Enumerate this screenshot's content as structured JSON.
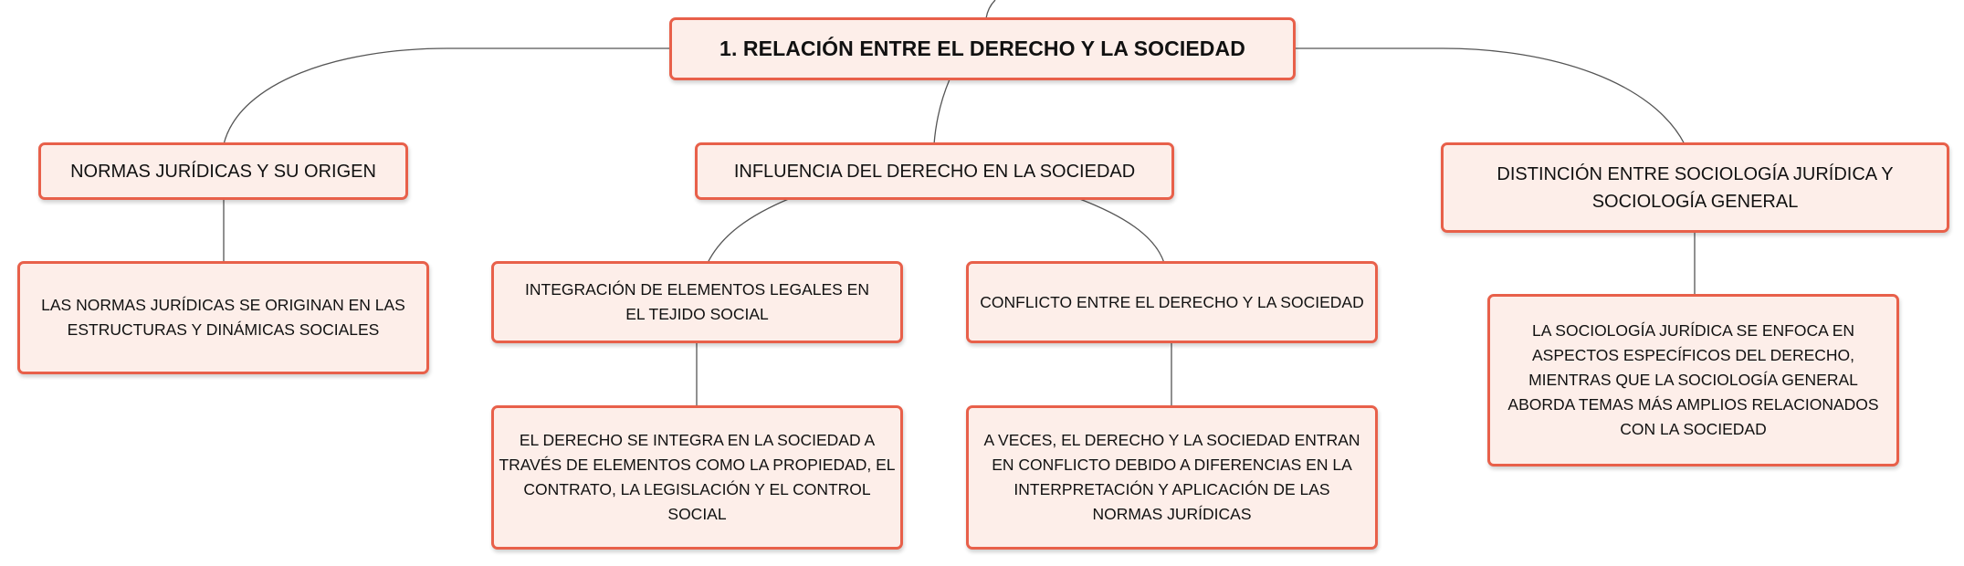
{
  "diagram": {
    "root": {
      "label": "1. RELACIÓN ENTRE EL DERECHO Y LA SOCIEDAD"
    },
    "branches": {
      "normas": {
        "label": "NORMAS JURÍDICAS Y SU ORIGEN",
        "detail": "LAS NORMAS JURÍDICAS SE ORIGINAN EN LAS ESTRUCTURAS Y DINÁMICAS SOCIALES"
      },
      "influencia": {
        "label": "INFLUENCIA DEL DERECHO EN LA SOCIEDAD",
        "integracion": {
          "label": "INTEGRACIÓN DE ELEMENTOS LEGALES EN EL TEJIDO SOCIAL",
          "detail": "EL DERECHO SE INTEGRA EN LA SOCIEDAD A TRAVÉS DE ELEMENTOS COMO LA PROPIEDAD, EL CONTRATO, LA LEGISLACIÓN Y EL CONTROL SOCIAL"
        },
        "conflicto": {
          "label": "CONFLICTO ENTRE EL DERECHO Y LA SOCIEDAD",
          "detail": "A VECES, EL DERECHO Y LA SOCIEDAD ENTRAN EN CONFLICTO DEBIDO A DIFERENCIAS EN LA INTERPRETACIÓN Y APLICACIÓN DE LAS NORMAS JURÍDICAS"
        }
      },
      "distincion": {
        "label": "DISTINCIÓN ENTRE SOCIOLOGÍA JURÍDICA Y SOCIOLOGÍA GENERAL",
        "detail": "LA SOCIOLOGÍA JURÍDICA SE ENFOCA EN ASPECTOS ESPECÍFICOS DEL DERECHO, MIENTRAS QUE LA SOCIOLOGÍA GENERAL ABORDA TEMAS MÁS AMPLIOS RELACIONADOS CON LA SOCIEDAD"
      }
    }
  },
  "colors": {
    "node_fill": "#fdeee9",
    "node_border": "#e8604a",
    "connector": "#555555"
  }
}
